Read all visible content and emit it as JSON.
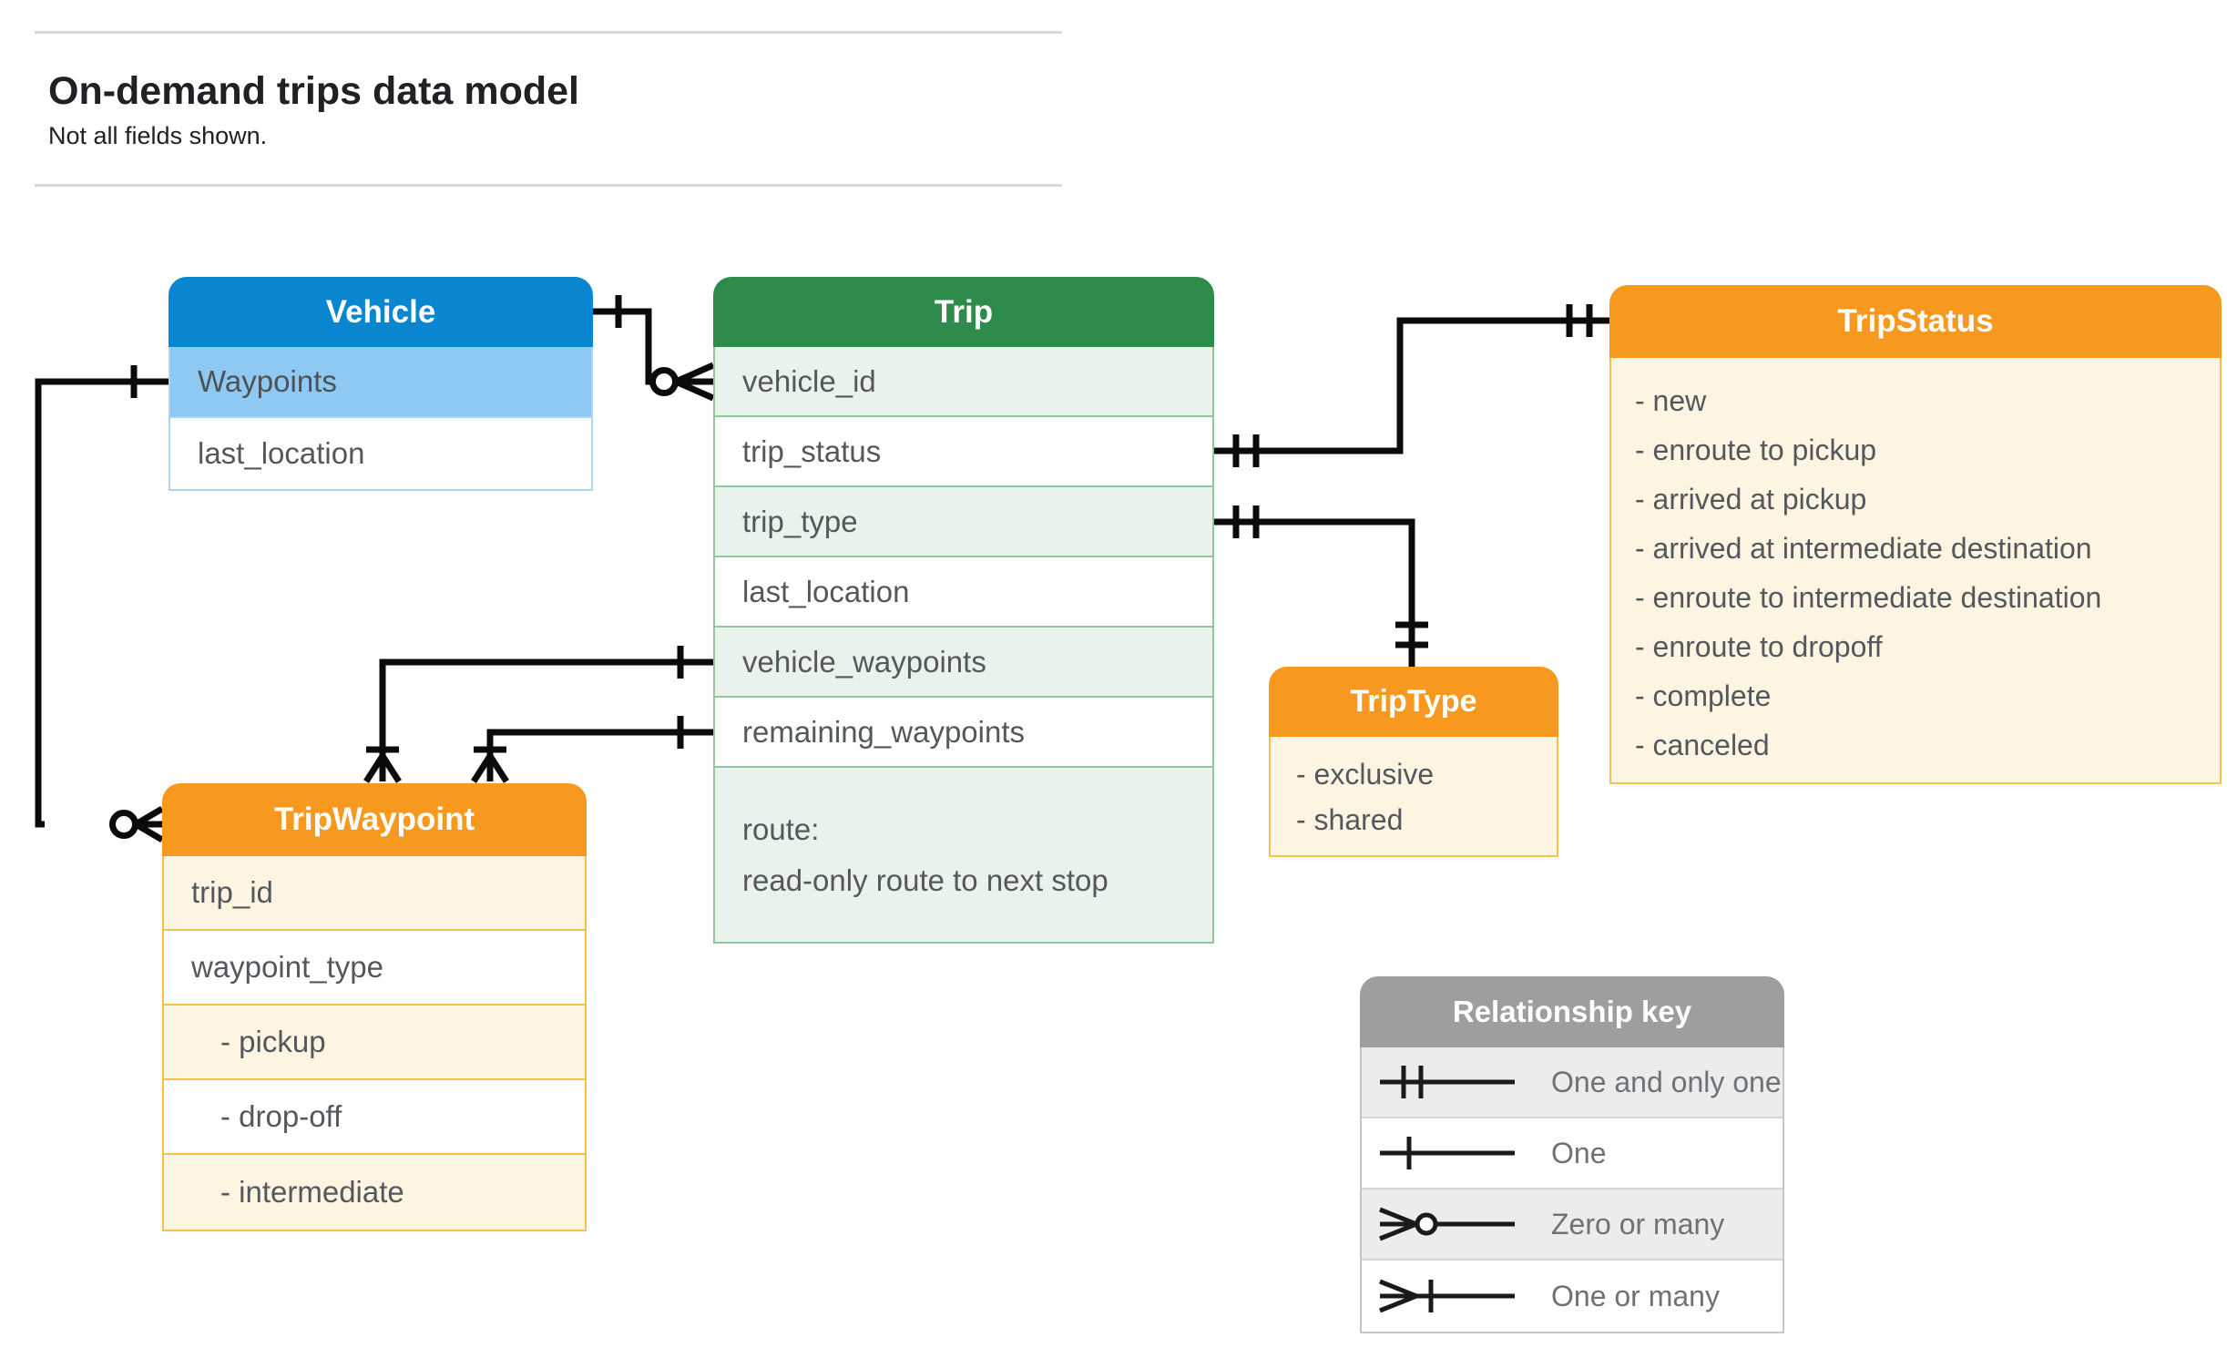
{
  "page": {
    "title": "On-demand trips data model",
    "subtitle": "Not all fields shown."
  },
  "colors": {
    "blue_header": "#0a86d1",
    "blue_tint": "#8dc9f2",
    "green_header": "#2e8b4b",
    "green_tint": "#e9f3eb",
    "orange_header": "#f7991f",
    "orange_tint": "#fdf4e2",
    "gray_header": "#9e9e9e",
    "connector": "#0b0b0b"
  },
  "entities": {
    "vehicle": {
      "title": "Vehicle",
      "rows": [
        "Waypoints",
        "last_location"
      ]
    },
    "trip": {
      "title": "Trip",
      "rows": [
        "vehicle_id",
        "trip_status",
        "trip_type",
        "last_location",
        "vehicle_waypoints",
        "remaining_waypoints"
      ],
      "route": {
        "name": "route:",
        "desc": "read-only route to next stop"
      }
    },
    "tripStatus": {
      "title": "TripStatus",
      "items": [
        "- new",
        "- enroute to pickup",
        "- arrived at pickup",
        "- arrived at intermediate destination",
        "- enroute to intermediate destination",
        "- enroute to dropoff",
        "- complete",
        "- canceled"
      ]
    },
    "tripType": {
      "title": "TripType",
      "items": [
        "- exclusive",
        "- shared"
      ]
    },
    "tripWaypoint": {
      "title": "TripWaypoint",
      "rows": [
        "trip_id",
        "waypoint_type",
        "- pickup",
        "- drop-off",
        "- intermediate"
      ]
    }
  },
  "legend": {
    "title": "Relationship key",
    "items": [
      {
        "symbol": "one-and-only-one",
        "label": "One and only one"
      },
      {
        "symbol": "one",
        "label": "One"
      },
      {
        "symbol": "zero-or-many",
        "label": "Zero or many"
      },
      {
        "symbol": "one-or-many",
        "label": "One or many"
      }
    ]
  }
}
